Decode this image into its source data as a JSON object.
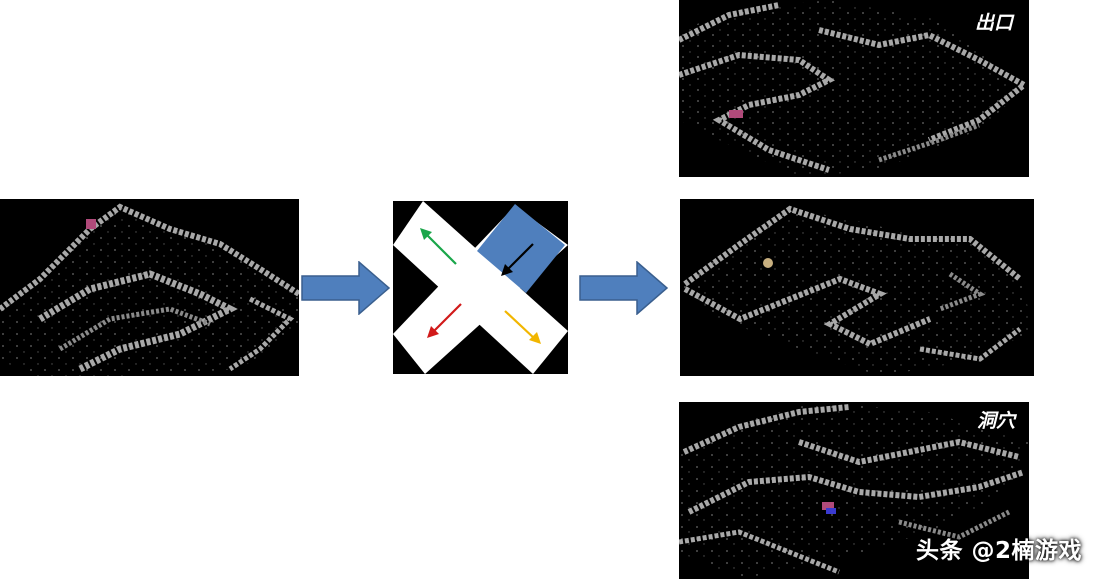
{
  "labels": {
    "exit": "出口",
    "cave": "洞穴"
  },
  "watermark": "头条 @2楠游戏",
  "colors": {
    "block_arrow": "#4f7fbd",
    "cross_band": "#ffffff",
    "highlight_square": "#4f7fbd",
    "arrow_up_left": "#1aa64a",
    "arrow_down_left": "#d11a1a",
    "arrow_down_right": "#f2b600",
    "arrow_into_square": "#000000",
    "cave_wall": "#a8a8a8",
    "floor": "#000000"
  },
  "icons": {
    "flow_arrow": "right-block-arrow",
    "direction_arrows": [
      "arrow-up-left",
      "arrow-down-left",
      "arrow-down-right",
      "arrow-down-left-in-square"
    ]
  }
}
